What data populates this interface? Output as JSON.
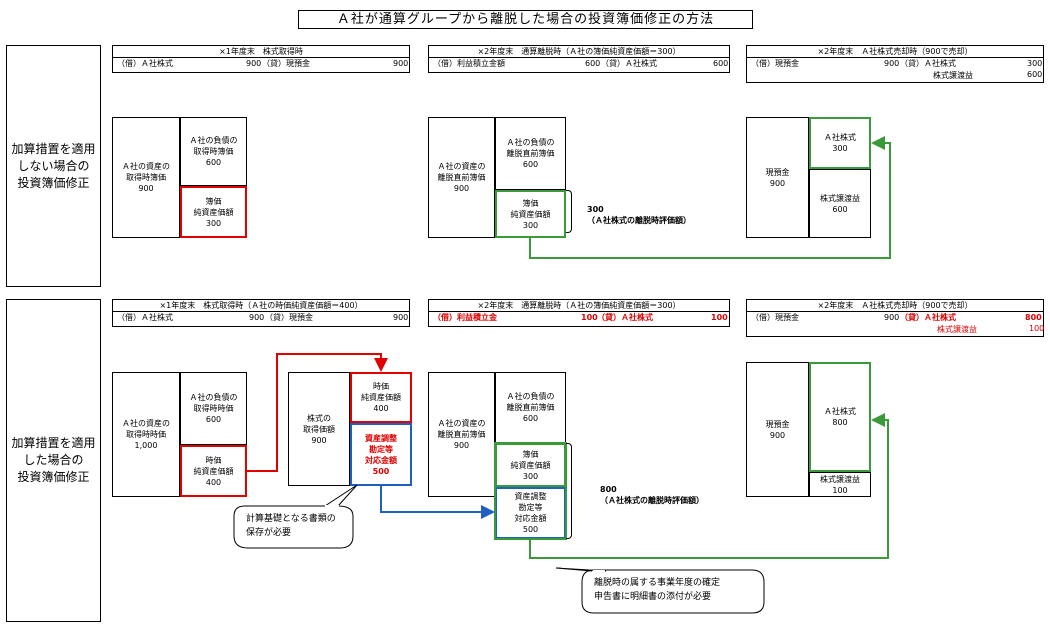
{
  "title": "Ａ社が通算グループから離脱した場合の投資簿価修正の方法",
  "row1": {
    "label": "加算措置を適用\nしない場合の\n投資簿価修正",
    "j1": {
      "head": "×1年度末　株式取得時",
      "debit": "（借）Ａ社株式",
      "dv": "900",
      "credit": "（貸）現預金",
      "cv": "900"
    },
    "j2": {
      "head": "×2年度末　通算離脱時（Ａ社の簿価純資産価額＝300）",
      "debit": "（借）利益積立金額",
      "dv": "600",
      "credit": "（貸）Ａ社株式",
      "cv": "600"
    },
    "j3": {
      "head": "×2年度末　Ａ社株式売却時（900で売却）",
      "debit": "（借）現預金",
      "dv": "900",
      "credit": "（貸）Ａ社株式",
      "cv": "300",
      "credit2": "株式譲渡益",
      "cv2": "600"
    },
    "d1": {
      "assets": "Ａ社の資産の\n取得時簿価\n900",
      "liab": "Ａ社の負債の\n取得時簿価\n600",
      "net": "簿価\n純資産価額\n300"
    },
    "d2": {
      "assets": "Ａ社の資産の\n離脱直前簿価\n900",
      "liab": "Ａ社の負債の\n離脱直前簿価\n600",
      "net": "簿価\n純資産価額\n300",
      "note": "300\n（Ａ社株式の離脱時評価額）"
    },
    "d3": {
      "cash": "現預金\n900",
      "stock": "Ａ社株式\n300",
      "gain": "株式譲渡益\n600"
    }
  },
  "row2": {
    "label": "加算措置を適用\nした場合の\n投資簿価修正",
    "j1": {
      "head": "×1年度末　株式取得時（Ａ社の時価純資産価額＝400）",
      "debit": "（借）Ａ社株式",
      "dv": "900",
      "credit": "（貸）現預金",
      "cv": "900"
    },
    "j2": {
      "head": "×2年度末　通算離脱時（Ａ社の簿価純資産価額＝300）",
      "debit": "（借）利益積立金",
      "dv": "100",
      "credit": "（貸）Ａ社株式",
      "cv": "100"
    },
    "j3": {
      "head": "×2年度末　Ａ社株式売却時（900で売却）",
      "debit": "（借）現預金",
      "dv": "900",
      "credit": "（貸）Ａ社株式",
      "cv": "800",
      "credit2": "株式譲渡益",
      "cv2": "100"
    },
    "d1": {
      "assets": "Ａ社の資産の\n取得時時価\n1,000",
      "liab": "Ａ社の負債の\n取得時時価\n600",
      "net": "時価\n純資産価額\n400"
    },
    "dm": {
      "cost": "株式の\n取得価額\n900",
      "net": "時価\n純資産価額\n400",
      "adj": "資産調整\n勘定等\n対応金額\n500"
    },
    "d2": {
      "assets": "Ａ社の資産の\n離脱直前簿価\n900",
      "liab": "Ａ社の負債の\n離脱直前簿価\n600",
      "net": "簿価\n純資産価額\n300",
      "adj": "資産調整\n勘定等\n対応金額\n500",
      "note": "800\n（Ａ社株式の離脱時評価額）"
    },
    "d3": {
      "cash": "現預金\n900",
      "stock": "Ａ社株式\n800",
      "gain": "株式譲渡益\n100"
    },
    "callout1": "計算基礎となる書類の\n保存が必要",
    "callout2": "離脱時の属する事業年度の確定\n申告書に明細書の添付が必要"
  }
}
